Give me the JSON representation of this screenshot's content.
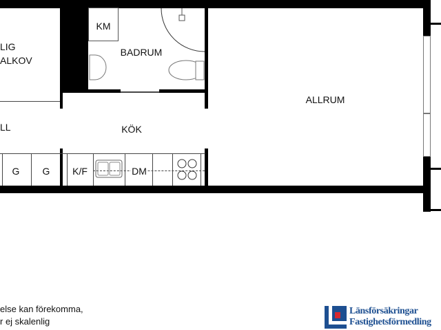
{
  "rooms": {
    "alcove_1": "LIG",
    "alcove_2": "ALKOV",
    "hall": "LL",
    "kitchen": "KÖK",
    "living": "ALLRUM",
    "bathroom": "BADRUM",
    "laundry": "KM"
  },
  "fixtures": {
    "wardrobe_1": "G",
    "wardrobe_2": "G",
    "fridge": "K/F",
    "dishwasher": "DM"
  },
  "notes": [
    "else kan förekomma,",
    "r ej skalenlig"
  ],
  "logo": {
    "line1": "Länsförsäkringar",
    "line2": "Fastighetsförmedling",
    "colors": {
      "blue": "#1d4f91",
      "red": "#d7282f"
    }
  }
}
